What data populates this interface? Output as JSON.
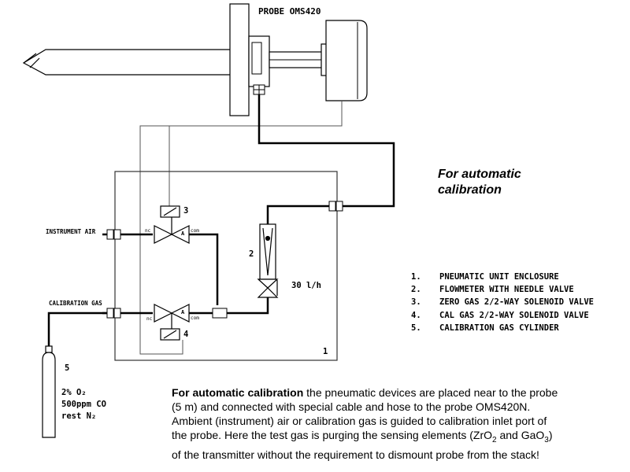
{
  "probe_label": "PROBE OMS420",
  "heading": "For automatic\ncalibration",
  "inlet_labels": {
    "instrument_air": "INSTRUMENT AIR",
    "calibration_gas": "CALIBRATION GAS"
  },
  "component_numbers": {
    "enclosure": "1",
    "flowmeter": "2",
    "zero_valve": "3",
    "cal_valve": "4",
    "cylinder": "5"
  },
  "flow_rate": "30 l/h",
  "valve_port_labels": {
    "nc": "nc",
    "a": "A",
    "com": "com"
  },
  "cylinder_contents": [
    "2% O₂",
    "500ppm CO",
    "rest N₂"
  ],
  "legend": [
    {
      "num": "1.",
      "text": "PNEUMATIC UNIT ENCLOSURE"
    },
    {
      "num": "2.",
      "text": "FLOWMETER WITH NEEDLE VALVE"
    },
    {
      "num": "3.",
      "text": "ZERO GAS 2/2-WAY SOLENOID VALVE"
    },
    {
      "num": "4.",
      "text": "CAL GAS 2/2-WAY SOLENOID VALVE"
    },
    {
      "num": "5.",
      "text": "CALIBRATION GAS CYLINDER"
    }
  ],
  "description": {
    "lead": "For automatic calibration",
    "line1": " the pneumatic devices are placed near to the probe",
    "line2": "(5 m) and connected with special cable and hose to the probe OMS420N.",
    "line3": "Ambient (instrument) air or calibration gas is guided to calibration inlet port of",
    "line4": "the probe. Here the test gas is purging the sensing elements (ZrO",
    "sub1": "2",
    "line4b": " and GaO",
    "sub2": "3",
    "line4c": ")",
    "line5": "of the transmitter without the requirement to dismount probe from the stack!"
  }
}
